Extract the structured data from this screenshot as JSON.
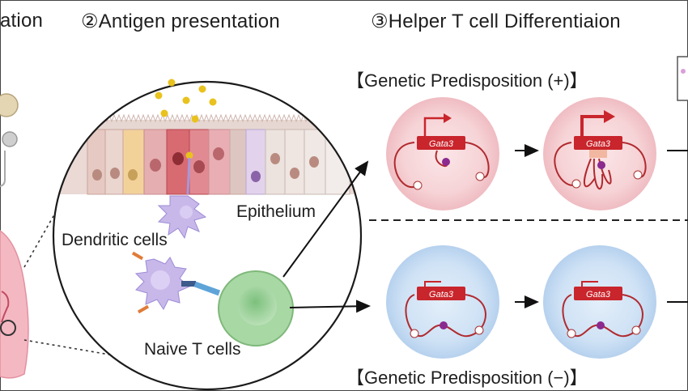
{
  "stages": {
    "stage1_title": "ation",
    "stage2_title": "②Antigen presentation",
    "stage3_title": "③Helper T cell Differentiaion"
  },
  "labels": {
    "epithelium": "Epithelium",
    "dendritic_cells": "Dendritic cells",
    "naive_t_cells": "Naive T cells"
  },
  "predisposition": {
    "positive": "【Genetic Predisposition (+)】",
    "negative": "【Genetic Predisposition (−)】"
  },
  "gene_label": "Gata3",
  "colors": {
    "positive_cell_fill": "#f6d3d6",
    "negative_cell_fill": "#cfe2f5",
    "gene_red": "#c9252c",
    "t_cell_green": "#9cd39a",
    "dendritic_purple": "#c8b8ea",
    "antigen_yellow": "#e9c21e"
  }
}
